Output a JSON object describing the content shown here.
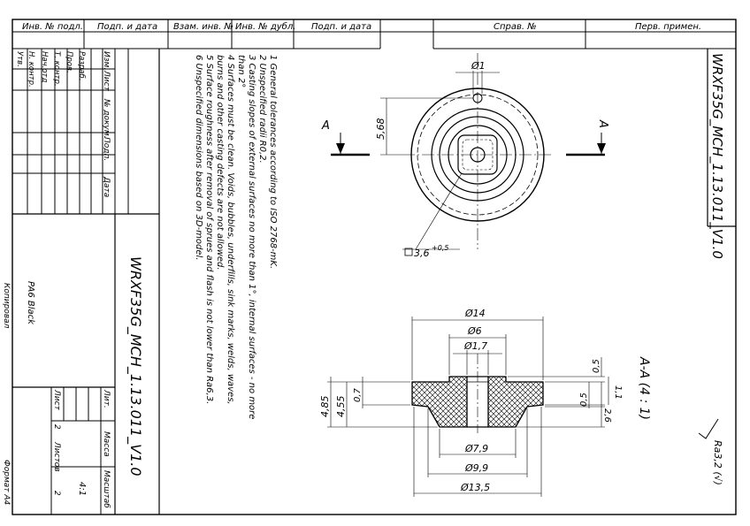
{
  "top_block": {
    "inv_podl": "Инв. № подл.",
    "podp_data_1": "Подп. и дата",
    "vzam_inv": "Взам. инв. №",
    "inv_dubl": "Инв. № дубл.",
    "podp_data_2": "Подп. и дата",
    "sprav": "Справ. №",
    "perv_primen": "Перв. примен."
  },
  "drawing_number": "WRXF35G_MCH_1.13.011_V1.0",
  "notes": [
    "1 General tolerances according to ISO 2768-mK.",
    "2 Unspecified radii R0,2.",
    "3 Casting slopes of external surfaces no more than 1°, internal surfaces - no more",
    "than 2°",
    "4 Surfaces must be clean. Voids, bubbles, underfills, sink marks, welds, waves,",
    "burns and other casting defects are not allowed.",
    "5 Surface roughness after removal of sprues and flash is not lower than Ra6,3.",
    "6 Unspecified dimensions based on 3D-model."
  ],
  "title_block": {
    "rows_left": [
      "Изм.",
      "Лист",
      "№ докум.",
      "Подп.",
      "Дата"
    ],
    "roles": [
      "Разраб.",
      "Пров.",
      "Т. контр.",
      "Нач.отд",
      "Н. контр.",
      "Утв."
    ],
    "lit": "Лит.",
    "massa": "Масса",
    "masshtab": "Масштаб",
    "scale_value": "4:1",
    "list_label": "Лист",
    "list_value": "2",
    "listov_label": "Листов",
    "listov_value": "2",
    "material": "PA6 Black",
    "copied": "Копировал",
    "format": "Формат A4"
  },
  "view_top": {
    "section_label": "A",
    "dim_small_hole": "Ø1",
    "dim_offset": "5,68",
    "dim_square": "3,6",
    "dim_square_tol": "+0,5"
  },
  "section_view": {
    "title": "А-А (4 : 1)",
    "d14": "Ø14",
    "d6": "Ø6",
    "d17": "Ø1,7",
    "d79": "Ø7,9",
    "d99": "Ø9,9",
    "d135": "Ø13,5",
    "h05a": "0,5",
    "h11": "1,1",
    "h05b": "0,5",
    "h26": "2,6",
    "h07": "0,7",
    "h455": "4,55",
    "h485": "4,85"
  },
  "roughness": "Ra3,2 (√)"
}
